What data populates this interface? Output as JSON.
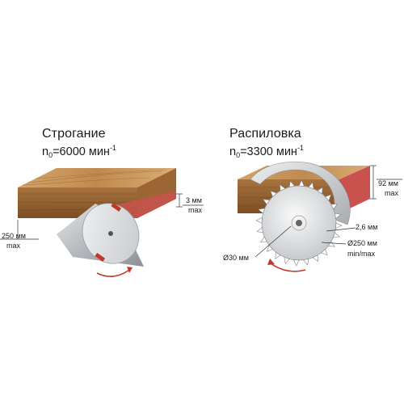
{
  "planing": {
    "title": "Строгание",
    "speed_prefix": "n",
    "speed_sub": "0",
    "speed_value": "=6000 мин",
    "speed_exp": "-1",
    "depth_value": "3 мм",
    "depth_note": "max",
    "width_value": "250 мм",
    "width_note": "max"
  },
  "sawing": {
    "title": "Распиловка",
    "speed_prefix": "n",
    "speed_sub": "0",
    "speed_value": "=3300 мин",
    "speed_exp": "-1",
    "height_value": "92 мм",
    "height_note": "max",
    "kerf_value": "2,6 мм",
    "blade_diameter": "Ø250 мм",
    "blade_note": "min/max",
    "bore_diameter": "Ø30 мм"
  },
  "colors": {
    "wood_light": "#c9955a",
    "wood_dark": "#8a5a2b",
    "cut_red": "#c9524f",
    "arrow_red": "#c0392b",
    "metal": "#b9bcc0"
  }
}
